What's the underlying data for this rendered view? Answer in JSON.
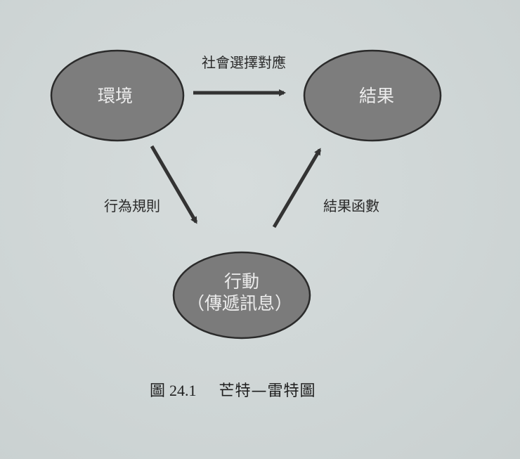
{
  "figure": {
    "caption_prefix": "圖",
    "caption_number": "24.1",
    "caption_title": "芒特—雷特圖"
  },
  "nodes": {
    "environment": {
      "label": "環境"
    },
    "outcome": {
      "label": "結果"
    },
    "action": {
      "label_line1": "行動",
      "label_line2": "（傳遞訊息）"
    }
  },
  "edges": {
    "env_to_outcome": {
      "label": "社會選擇對應"
    },
    "env_to_action": {
      "label": "行為規則"
    },
    "action_to_outcome": {
      "label": "結果函數"
    }
  },
  "colors": {
    "node_fill": "#7d7d7d",
    "node_stroke": "#2b2b2b",
    "node_text": "#ececec",
    "arrow": "#333333",
    "background": "#d3d9d9"
  }
}
